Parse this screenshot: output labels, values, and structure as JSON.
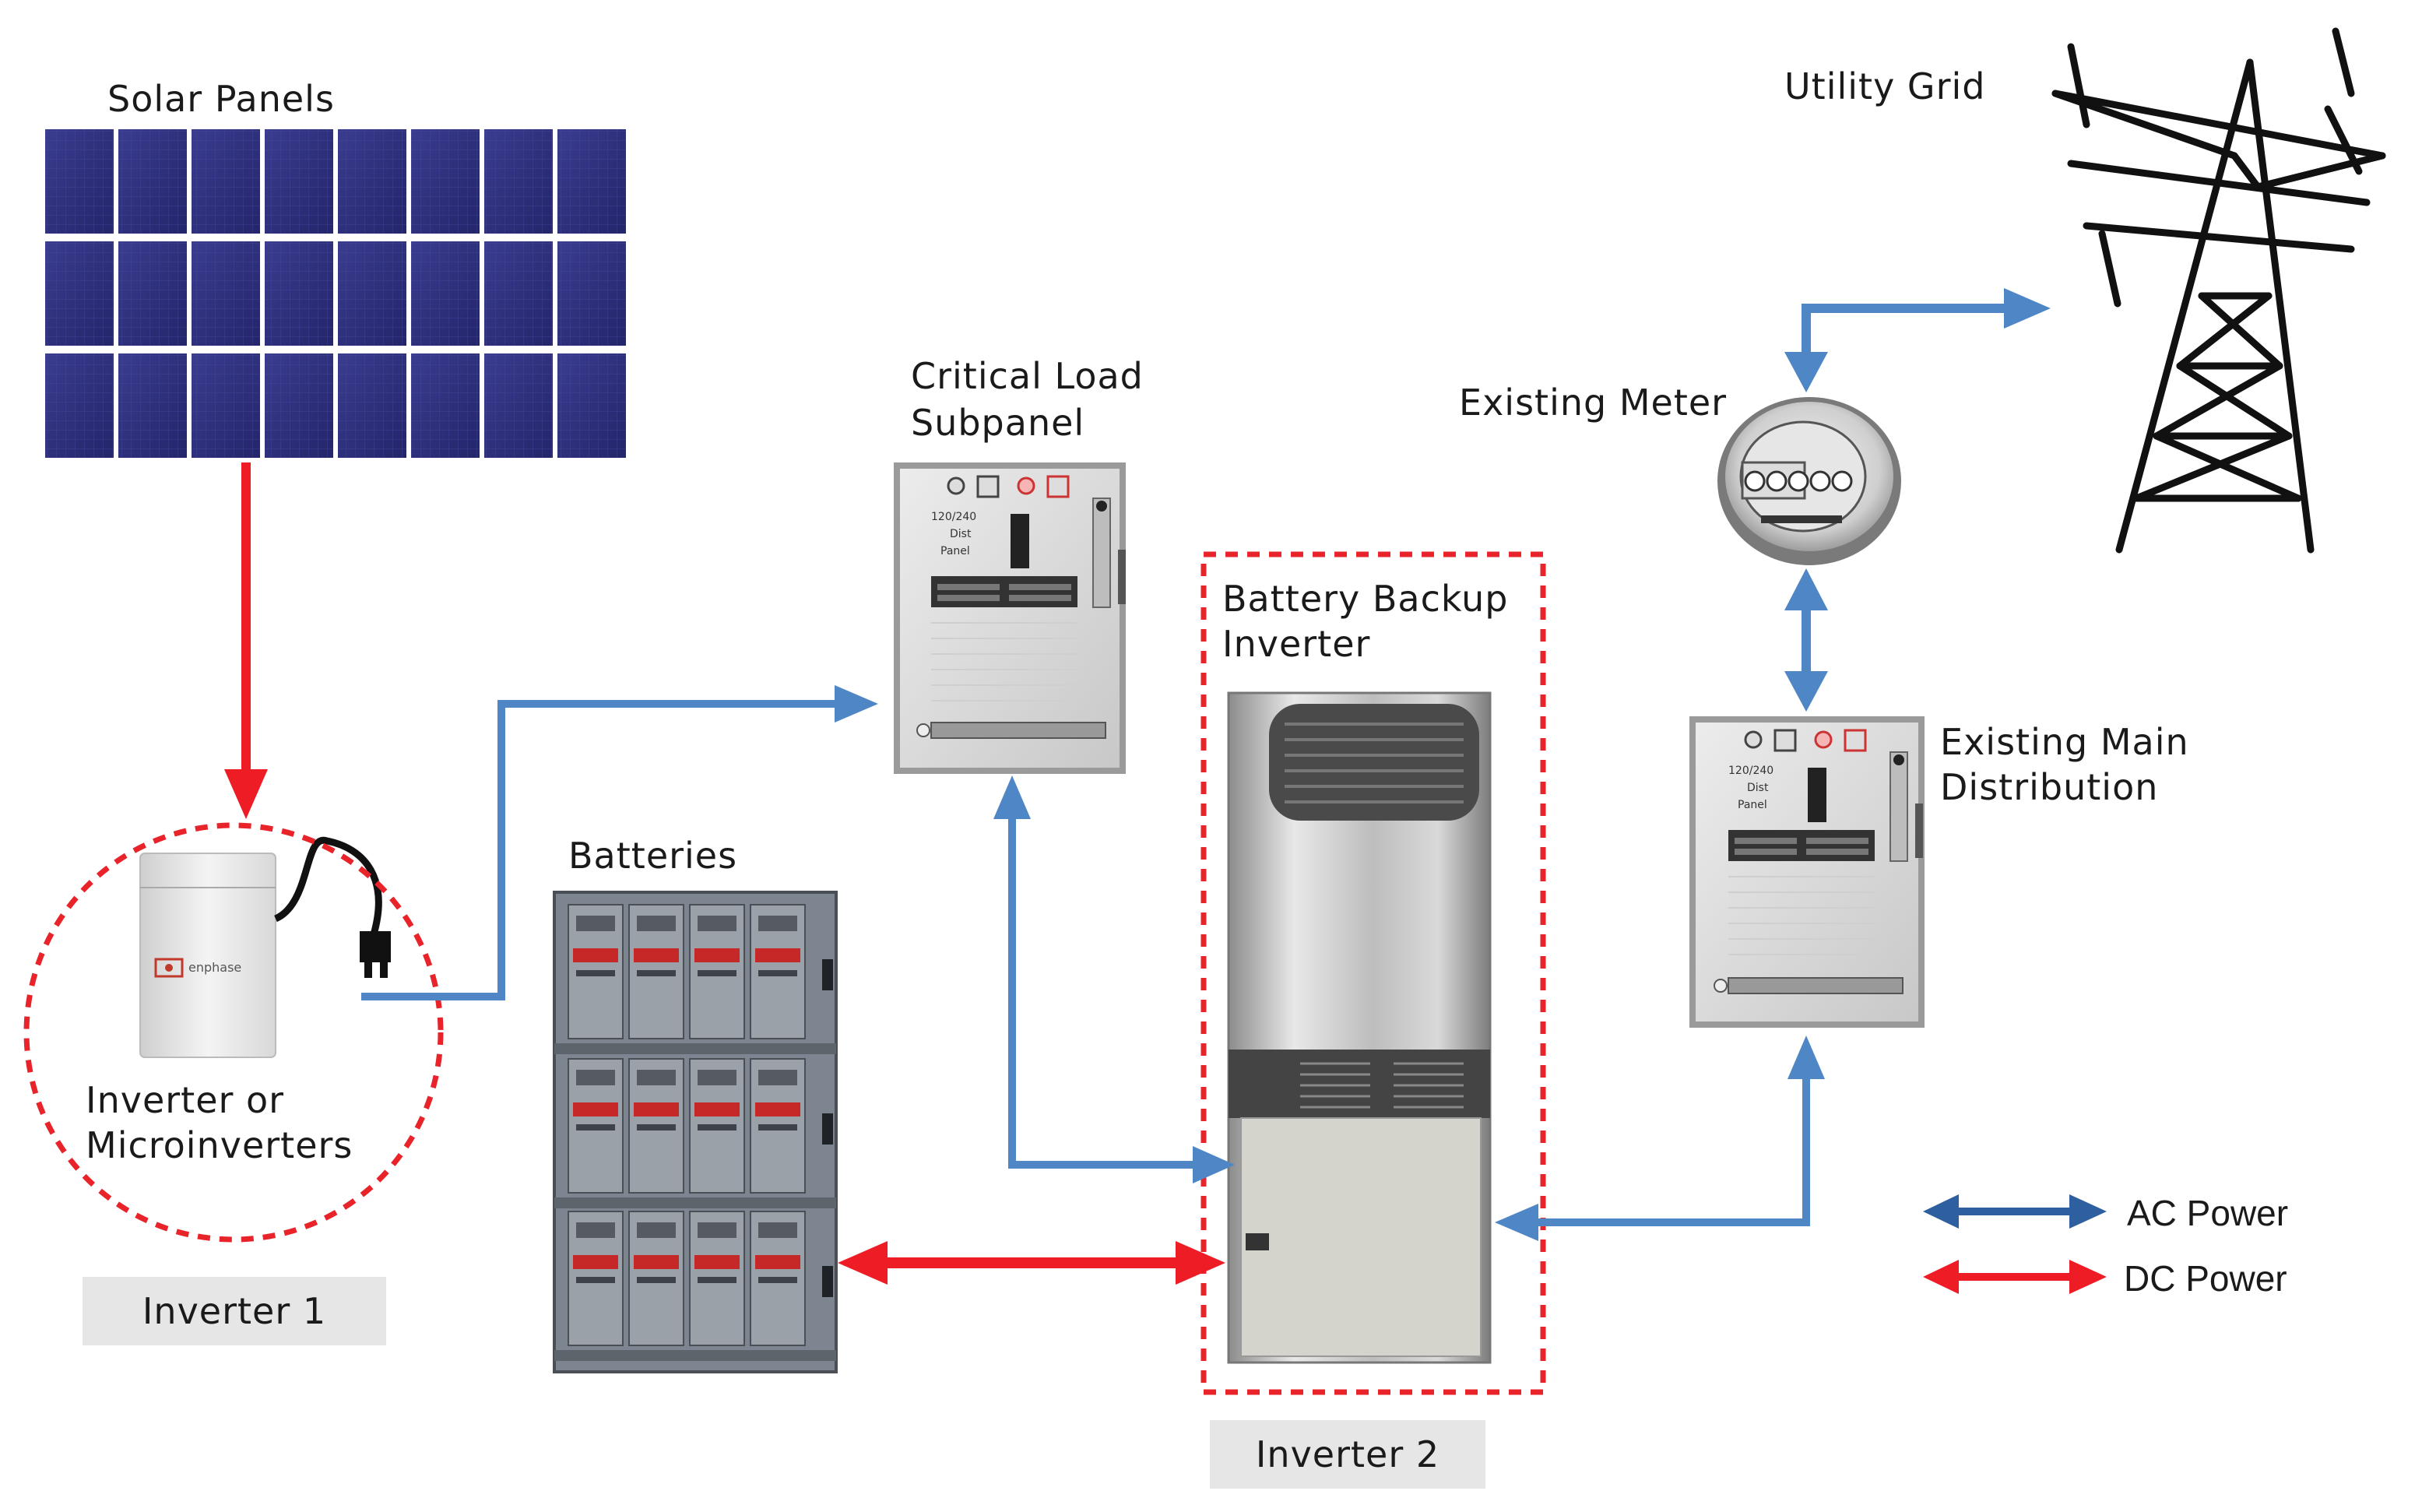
{
  "labels": {
    "solar_panels": "Solar Panels",
    "critical_load_line1": "Critical Load",
    "critical_load_line2": "Subpanel",
    "existing_meter": "Existing Meter",
    "utility_grid": "Utility Grid",
    "battery_backup_line1": "Battery Backup",
    "battery_backup_line2": "Inverter",
    "batteries": "Batteries",
    "existing_main_line1": "Existing Main",
    "existing_main_line2": "Distribution",
    "inverter_line1": "Inverter or",
    "inverter_line2": "Microinverters",
    "inverter1_tag": "Inverter 1",
    "inverter2_tag": "Inverter 2"
  },
  "panel_text": {
    "line1": "120/240",
    "line2": "Dist",
    "line3": "Panel"
  },
  "brand": "enphase",
  "legend": {
    "ac": "AC Power",
    "dc": "DC Power"
  },
  "colors": {
    "ac_blue": "#4f86c6",
    "dc_red": "#ee1c24",
    "dashed_red": "#e8232a",
    "solar_blue": "#2e2f7a",
    "tag_gray": "#e6e6e6"
  }
}
